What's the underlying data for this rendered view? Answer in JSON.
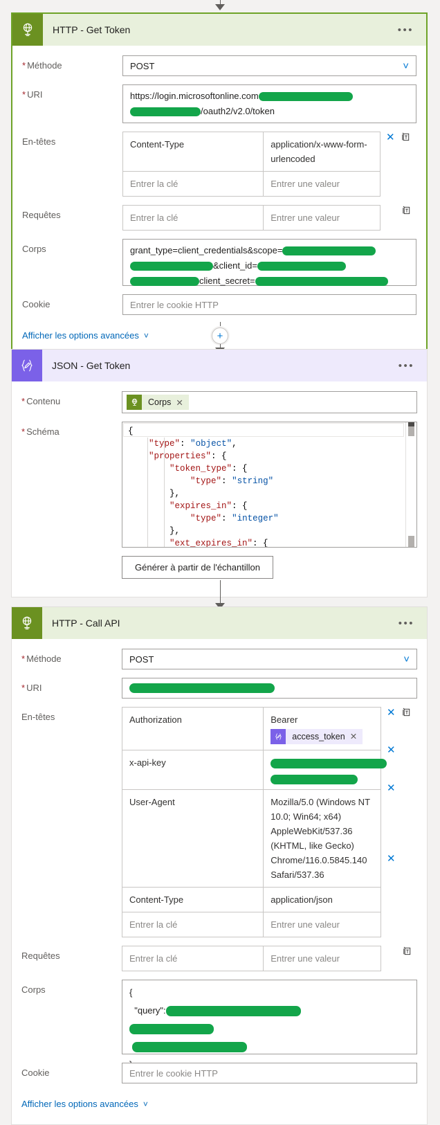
{
  "ui": {
    "language": "fr",
    "accent_blue": "#0078d4",
    "link_blue": "#0067b8",
    "http_tile_green": "#6b9121",
    "http_header_green": "#e8f0dc",
    "card_border_green": "#6ea327",
    "json_tile_purple": "#7b61e8",
    "json_header_purple": "#eeeafc",
    "redaction_green": "#13a54a",
    "required_asterisk_red": "#a4262c",
    "canvas_bg": "#f3f2f1"
  },
  "labels": {
    "methode": "Méthode",
    "uri": "URI",
    "entetes": "En-têtes",
    "requetes": "Requêtes",
    "corps": "Corps",
    "cookie": "Cookie",
    "contenu": "Contenu",
    "schema": "Schéma",
    "advanced_options": "Afficher les options avancées",
    "generate_from_sample": "Générer à partir de l'échantillon",
    "more_menu": "•••"
  },
  "placeholders": {
    "key": "Entrer la clé",
    "value": "Entrer une valeur",
    "cookie": "Entrer le cookie HTTP"
  },
  "cards": [
    {
      "id": "http-get-token",
      "title": "HTTP - Get Token",
      "icon": "globe-icon",
      "accent": "green",
      "selected": true,
      "method": "POST",
      "uri_text_1": "https://login.microsoftonline.com",
      "uri_text_2": "/oauth2/v2.0/token",
      "headers": [
        {
          "key": "Content-Type",
          "value": "application/x-www-form-urlencoded",
          "deletable": true
        }
      ],
      "body_line_1": "grant_type=client_credentials&scope=",
      "body_line_2": "&client_id=",
      "body_line_3": "client_secret="
    },
    {
      "id": "json-get-token",
      "title": "JSON - Get Token",
      "icon": "parse-json-icon",
      "accent": "purple",
      "content_token": {
        "label": "Corps",
        "icon": "globe-icon"
      },
      "schema_lines": [
        "{",
        "    \"type\": \"object\",",
        "    \"properties\": {",
        "        \"token_type\": {",
        "            \"type\": \"string\"",
        "        },",
        "        \"expires_in\": {",
        "            \"type\": \"integer\"",
        "        },",
        "        \"ext_expires_in\": {"
      ]
    },
    {
      "id": "http-call-api",
      "title": "HTTP - Call API",
      "icon": "globe-icon",
      "accent": "green",
      "method": "POST",
      "headers": [
        {
          "key": "Authorization",
          "value": "Bearer",
          "token": {
            "label": "access_token",
            "icon": "parse-json-icon"
          },
          "deletable": true,
          "clipboard": true
        },
        {
          "key": "x-api-key",
          "value": "",
          "redacted": true,
          "deletable": true
        },
        {
          "key": "User-Agent",
          "value": "Mozilla/5.0 (Windows NT 10.0; Win64; x64) AppleWebKit/537.36 (KHTML, like Gecko) Chrome/116.0.5845.140 Safari/537.36",
          "deletable": true
        },
        {
          "key": "Content-Type",
          "value": "application/json",
          "deletable": true
        }
      ],
      "body_line_1": "{",
      "body_line_2": "\"query\":",
      "body_line_last": "}"
    }
  ]
}
